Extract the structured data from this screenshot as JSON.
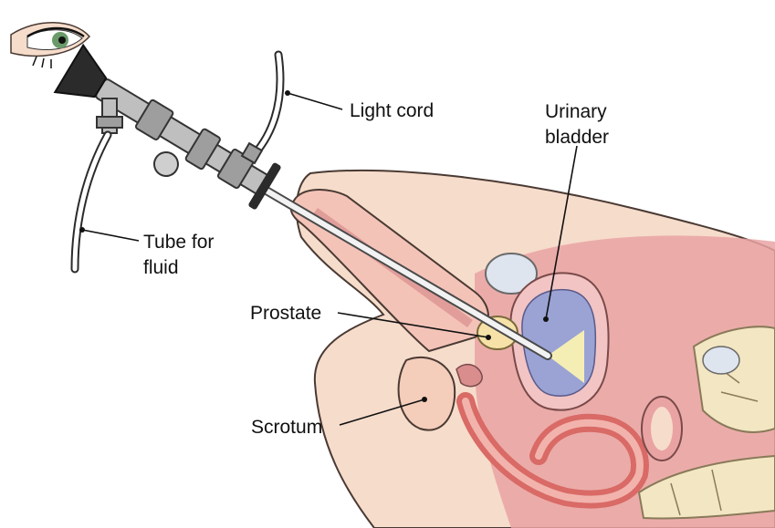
{
  "labels": {
    "light_cord": "Light cord",
    "urinary_bladder_line1": "Urinary",
    "urinary_bladder_line2": "bladder",
    "tube_for_fluid_line1": "Tube for",
    "tube_for_fluid_line2": "fluid",
    "prostate": "Prostate",
    "scrotum": "Scrotum"
  },
  "colors": {
    "skin": "#f6dccb",
    "skin_outline": "#4a3a33",
    "abdomen_pink": "#e9a3a3",
    "bladder_fill": "#9aa3d4",
    "bladder_wall": "#f2c4c4",
    "bone": "#f3e6c2",
    "scope_grey": "#bfbfbf",
    "scope_dark": "#2b2b2b",
    "intestine": "#d96a66",
    "light_beam": "#fff6b0"
  },
  "icons": {
    "eye": "eye-icon"
  }
}
